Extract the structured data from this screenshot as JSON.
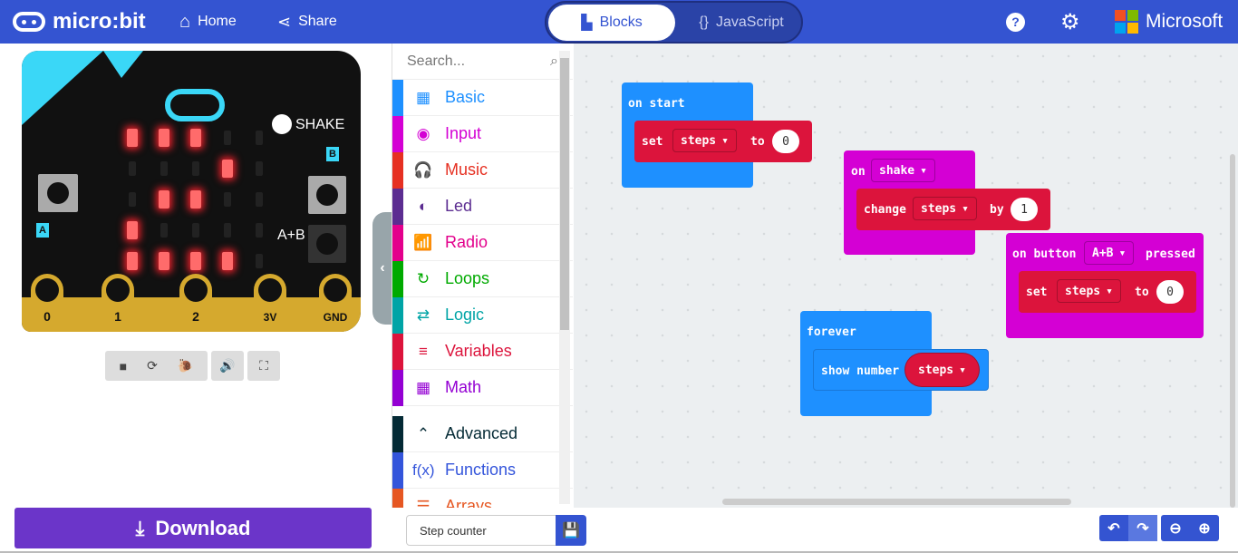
{
  "header": {
    "brand": "micro:bit",
    "home": "Home",
    "share": "Share",
    "tabs": {
      "blocks": "Blocks",
      "javascript": "JavaScript",
      "javascript_icon": "{}"
    },
    "help_icon": "?",
    "settings_icon": "⚙",
    "microsoft": "Microsoft"
  },
  "simulator": {
    "shake": "SHAKE",
    "button_a": "A",
    "button_b": "B",
    "button_ab": "A+B",
    "pins": [
      "0",
      "1",
      "2",
      "3V",
      "GND"
    ],
    "leds": [
      [
        1,
        1,
        1,
        0,
        0
      ],
      [
        0,
        0,
        0,
        1,
        0
      ],
      [
        0,
        1,
        1,
        0,
        0
      ],
      [
        1,
        0,
        0,
        0,
        0
      ],
      [
        1,
        1,
        1,
        1,
        0
      ]
    ],
    "controls": [
      "stop",
      "restart",
      "slow-motion",
      "mute",
      "fullscreen"
    ]
  },
  "toolbox": {
    "search_placeholder": "Search...",
    "categories": [
      {
        "label": "Basic",
        "color": "#1e90ff",
        "icon": "▦"
      },
      {
        "label": "Input",
        "color": "#d400d4",
        "icon": "◉"
      },
      {
        "label": "Music",
        "color": "#e63022",
        "icon": "🎧"
      },
      {
        "label": "Led",
        "color": "#5c2d91",
        "icon": "◐"
      },
      {
        "label": "Radio",
        "color": "#e3008c",
        "icon": "📶"
      },
      {
        "label": "Loops",
        "color": "#00aa00",
        "icon": "↻"
      },
      {
        "label": "Logic",
        "color": "#00a4a6",
        "icon": "⇄"
      },
      {
        "label": "Variables",
        "color": "#dc143c",
        "icon": "≡"
      },
      {
        "label": "Math",
        "color": "#9400d3",
        "icon": "▦"
      },
      {
        "label": "Advanced",
        "color": "#042a35",
        "icon": "⌃"
      },
      {
        "label": "Functions",
        "color": "#3455db",
        "icon": "f(x)"
      },
      {
        "label": "Arrays",
        "color": "#e65722",
        "icon": "☰"
      }
    ]
  },
  "workspace": {
    "on_start": {
      "title": "on start",
      "set": "set",
      "var": "steps",
      "to": "to",
      "value": "0"
    },
    "on_shake": {
      "on": "on",
      "event": "shake",
      "change": "change",
      "var": "steps",
      "by": "by",
      "value": "1"
    },
    "on_button": {
      "on": "on button",
      "button": "A+B",
      "pressed": "pressed",
      "set": "set",
      "var": "steps",
      "to": "to",
      "value": "0"
    },
    "forever": {
      "title": "forever",
      "show": "show number",
      "var": "steps"
    }
  },
  "footer": {
    "download": "Download",
    "project_name": "Step counter"
  }
}
